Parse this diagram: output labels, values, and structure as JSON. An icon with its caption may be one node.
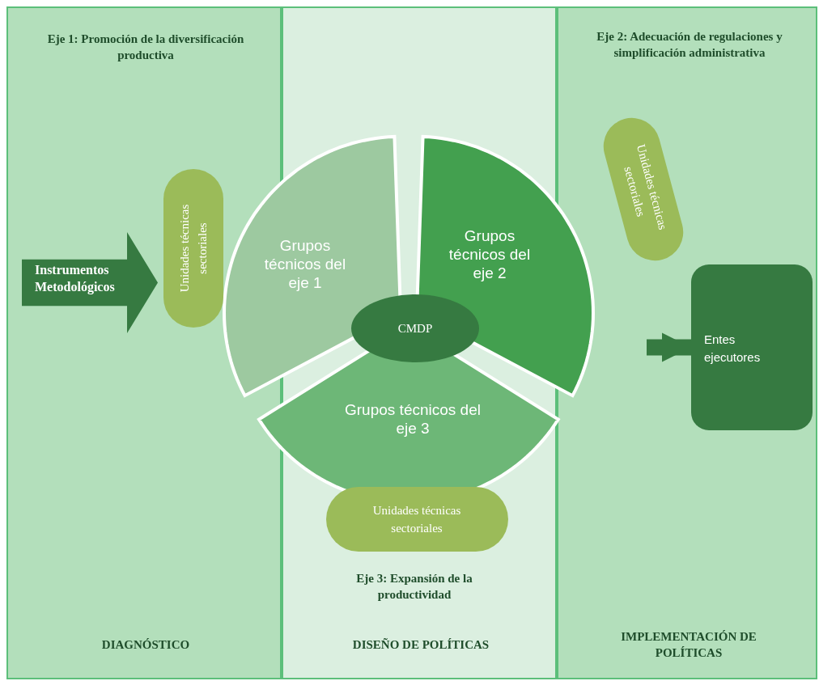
{
  "diagram": {
    "nodes": [
      {
        "text": [
          "DIAGNÓSTICO"
        ]
      },
      {
        "text": [
          "DISEÑO DE POLÍTICAS"
        ]
      },
      {
        "text": [
          "IMPLEMENTACIÓN DE POLÍTICAS"
        ]
      },
      {
        "text": [
          "Instrumentos Metodológicos"
        ],
        "in": 0
      },
      {
        "text": [
          "Unidades técnicas sectoriales"
        ],
        "in": 0
      },
      {
        "text": [
          "Grupos técnicos del eje 1"
        ]
      },
      {
        "text": [
          "Grupos técnicos del eje 2"
        ]
      },
      {
        "text": [
          "CMDP"
        ],
        "in": 1
      },
      {
        "text": [
          "Grupos técnicos del eje 3"
        ]
      },
      {
        "text": [
          "Unidades técnicas sectoriales"
        ],
        "in": 1
      },
      {
        "text": [
          "Unidades técnicas sectoriales"
        ],
        "in": 2
      },
      {
        "text": [
          "Entes ejecutores"
        ],
        "in": 2
      }
    ],
    "edges": [
      {
        "from": null,
        "to": 11,
        "arrow": "to"
      }
    ],
    "labels": [
      "Eje 1: Promoción de la diversificación productiva",
      "Eje 2: Adecuación de regulaciones y simplificación administrativa",
      "Eje 3: Expansión de la productividad"
    ]
  }
}
